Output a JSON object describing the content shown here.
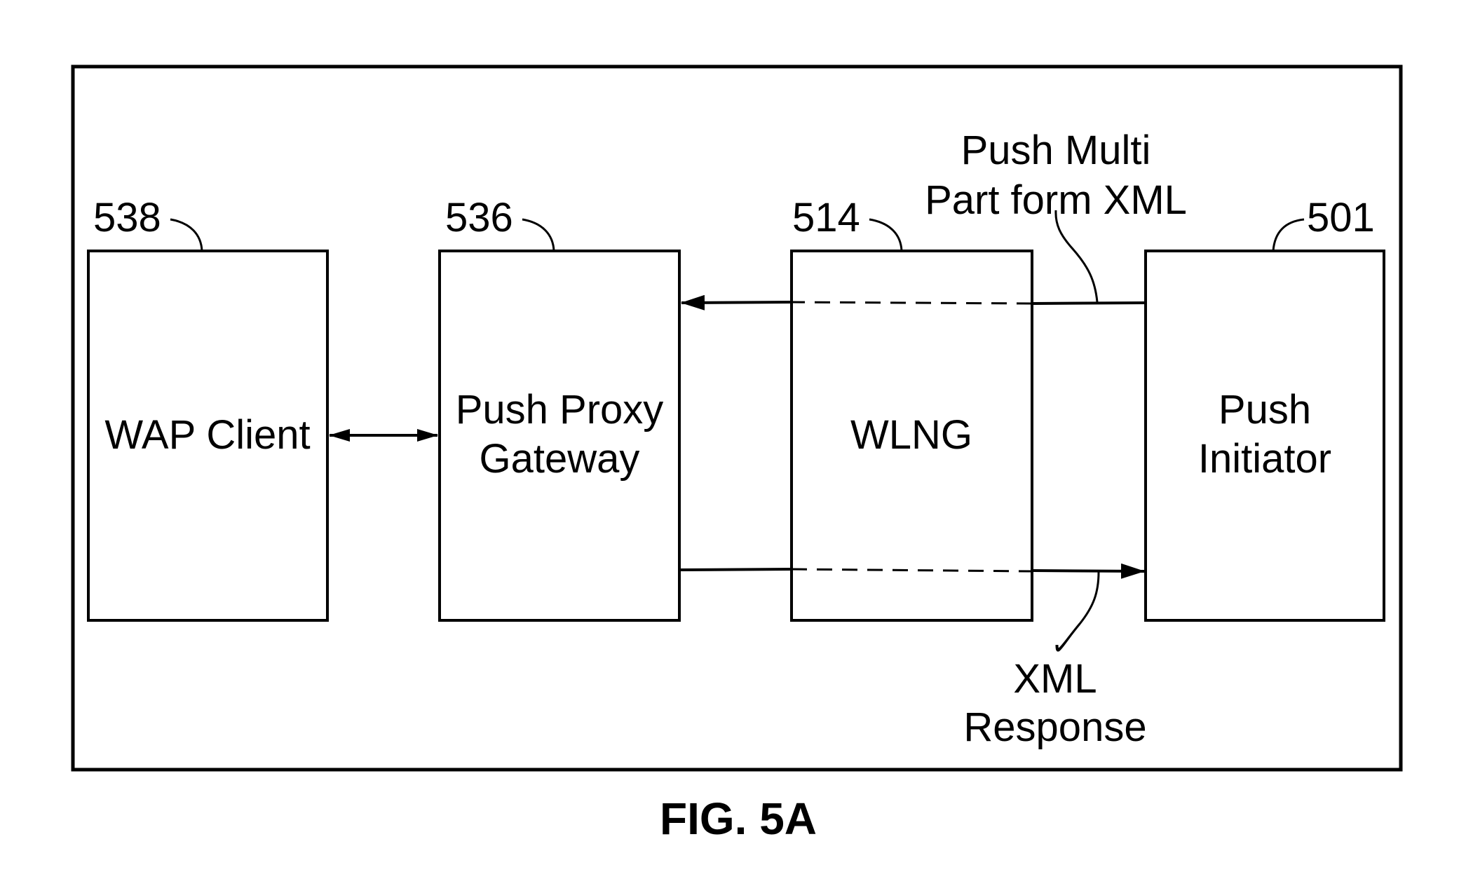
{
  "figure": {
    "caption": "FIG. 5A",
    "nodes": [
      {
        "ref": "538",
        "label_lines": [
          "WAP Client"
        ]
      },
      {
        "ref": "536",
        "label_lines": [
          "Push Proxy",
          "Gateway"
        ]
      },
      {
        "ref": "514",
        "label_lines": [
          "WLNG"
        ]
      },
      {
        "ref": "501",
        "label_lines": [
          "Push",
          "Initiator"
        ]
      }
    ],
    "edges": [
      {
        "from": "538",
        "to": "536",
        "type": "bidirectional"
      },
      {
        "from": "501",
        "to": "536",
        "type": "request",
        "via": "514",
        "label_lines": [
          "Push Multi",
          "Part form XML"
        ]
      },
      {
        "from": "536",
        "to": "501",
        "type": "response",
        "via": "514",
        "label_lines": [
          "XML",
          "Response"
        ]
      }
    ]
  },
  "colors": {
    "stroke": "#000000",
    "background": "#ffffff"
  }
}
